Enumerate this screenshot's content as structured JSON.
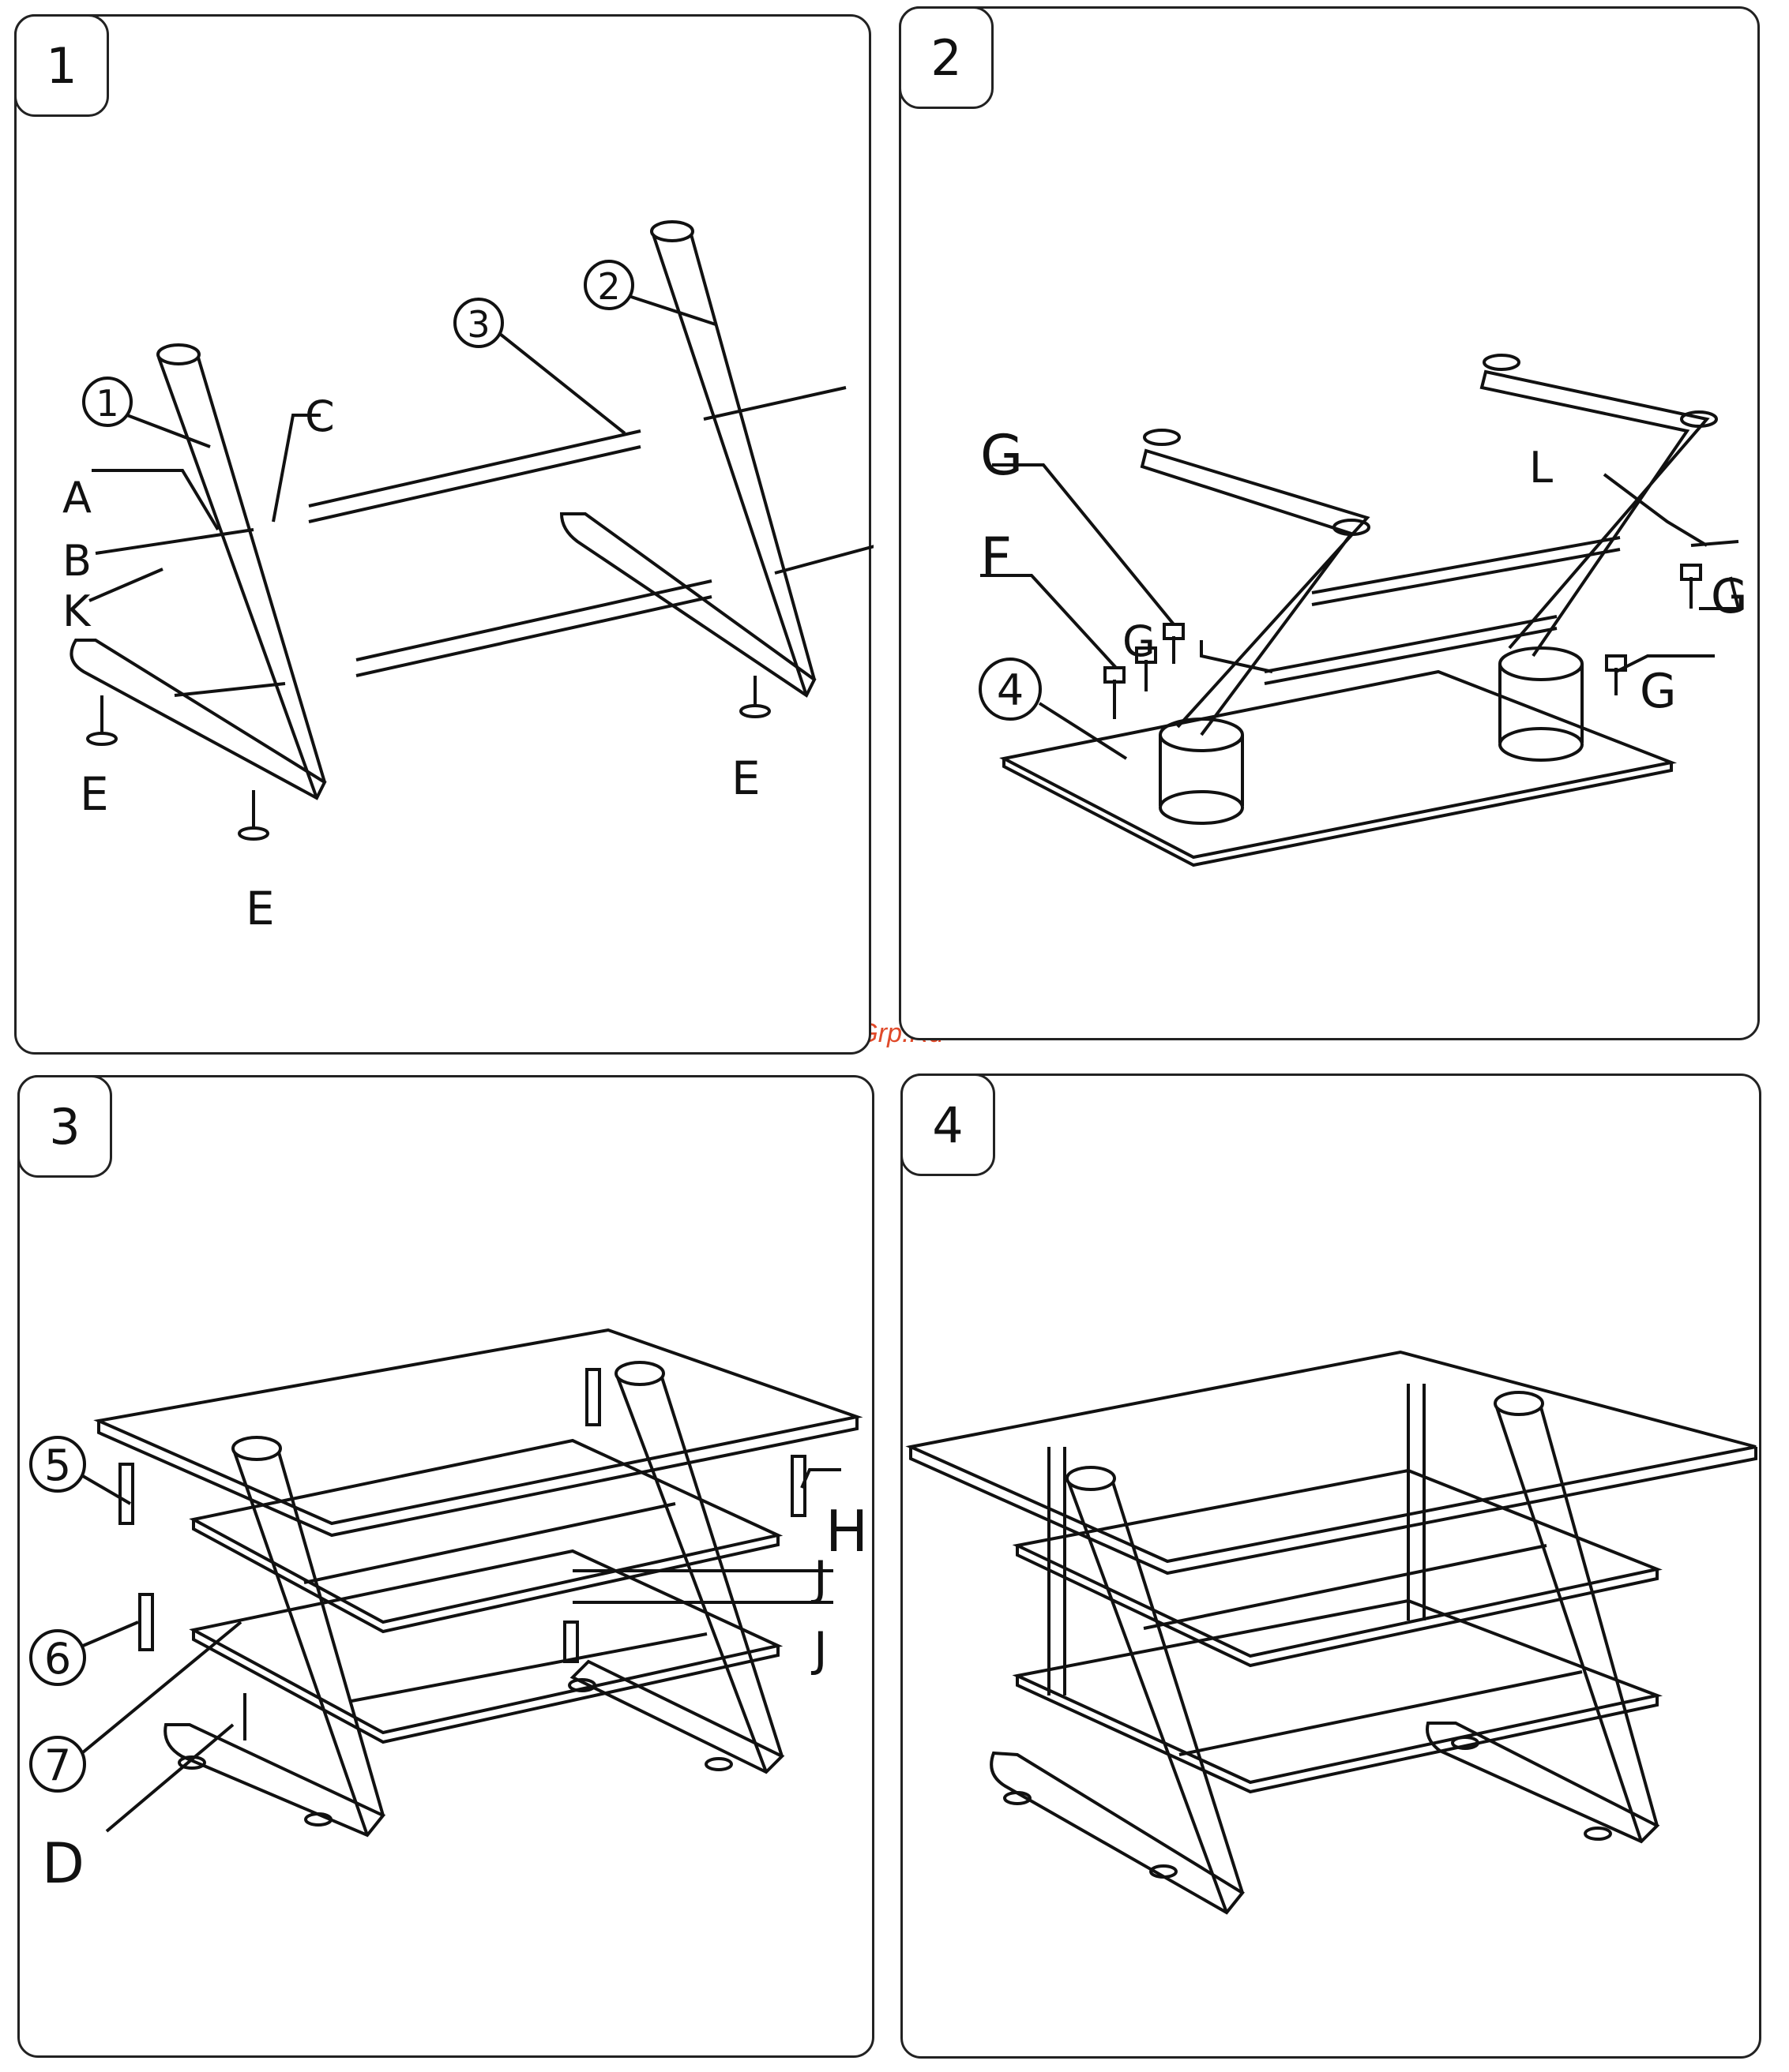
{
  "watermark": "McGrp.Ru",
  "panels": [
    {
      "step": "1",
      "callouts": [
        "1",
        "2",
        "3"
      ],
      "labels": [
        "A",
        "B",
        "K",
        "C",
        "E",
        "E",
        "E"
      ]
    },
    {
      "step": "2",
      "callouts": [
        "4"
      ],
      "labels": [
        "G",
        "F",
        "G",
        "L",
        "G",
        "G"
      ]
    },
    {
      "step": "3",
      "callouts": [
        "5",
        "6",
        "7"
      ],
      "labels": [
        "H",
        "J",
        "J",
        "D"
      ]
    },
    {
      "step": "4",
      "callouts": [],
      "labels": []
    }
  ],
  "colors": {
    "line": "#111111",
    "accent_watermark": "#e04a2a"
  }
}
